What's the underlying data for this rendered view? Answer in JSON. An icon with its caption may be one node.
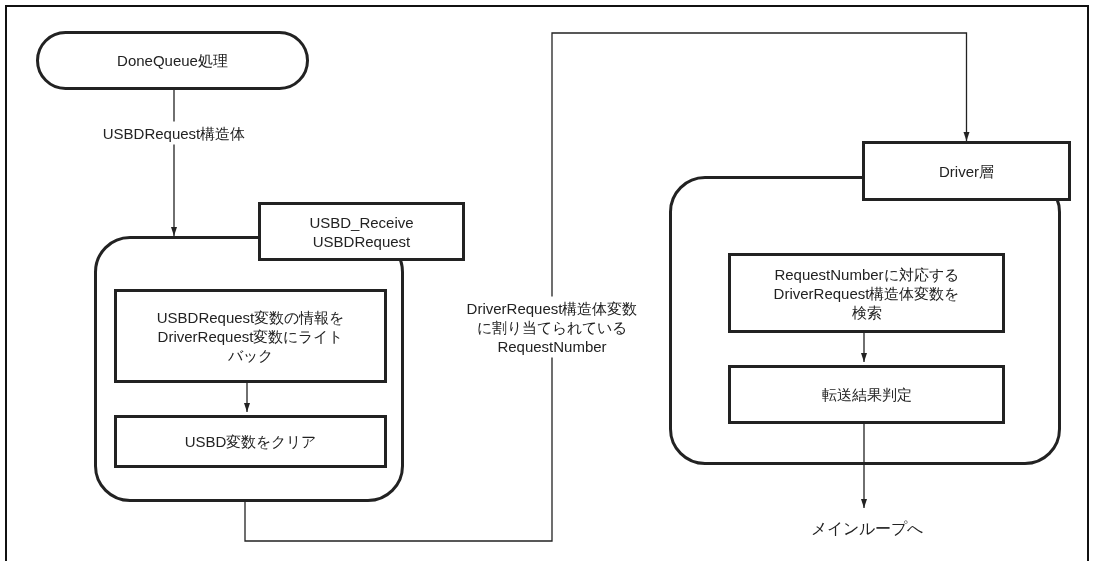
{
  "diagram": {
    "nodes": [
      {
        "text": [
          "DoneQueue処理"
        ]
      },
      {
        "text": [],
        "shape": "box"
      },
      {
        "text": [
          "USBD_Receive USBDRequest"
        ]
      },
      {
        "text": [
          "USBDRequest変数の情報を DriverRequest変数にライトバック"
        ],
        "in": 1
      },
      {
        "text": [
          "USBD変数をクリア"
        ],
        "in": 1
      },
      {
        "text": [
          "Driver層"
        ]
      },
      {
        "text": [],
        "shape": "box"
      },
      {
        "text": [
          "RequestNumberに対応する DriverRequest構造体変数を検索"
        ],
        "in": 6
      },
      {
        "text": [
          "転送結果判定"
        ],
        "in": 6
      },
      {
        "text": [
          "メインループへ"
        ]
      }
    ],
    "edges": [
      {
        "from": 0,
        "to": 1,
        "arrow": "to",
        "label": "USBDRequest構造体"
      },
      {
        "from": 3,
        "to": 4,
        "arrow": "to"
      },
      {
        "from": 1,
        "to": 5,
        "arrow": "to",
        "label": "DriverRequest構造体変数に割り当てられている RequestNumber"
      },
      {
        "from": 7,
        "to": 8,
        "arrow": "to"
      },
      {
        "from": 8,
        "to": 9,
        "arrow": "to"
      }
    ]
  }
}
